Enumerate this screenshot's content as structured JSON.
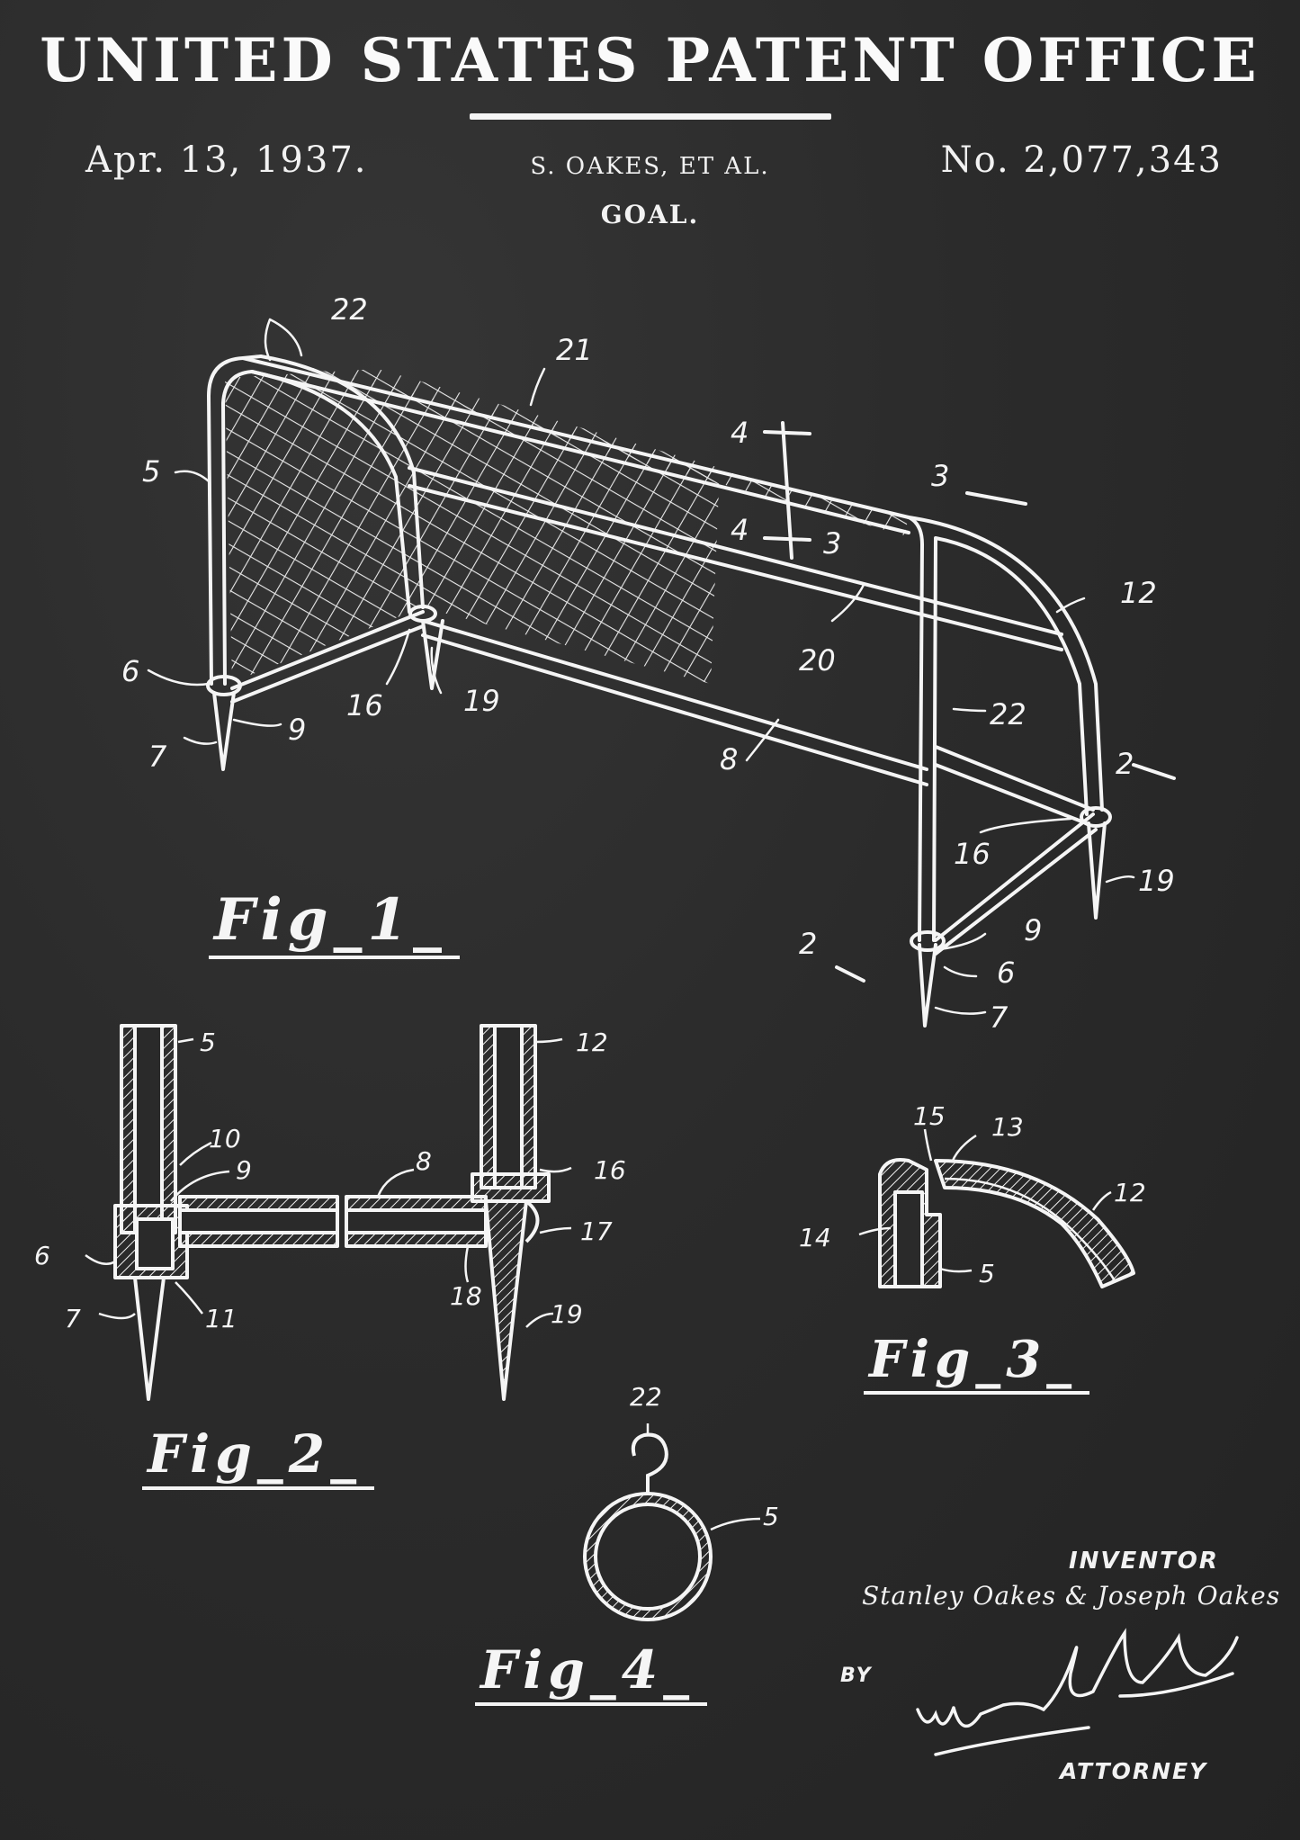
{
  "header": {
    "office": "UNITED STATES PATENT OFFICE",
    "date": "Apr. 13, 1937.",
    "inventors_short": "S. OAKES, ET AL.",
    "patent_number": "No. 2,077,343",
    "subject": "GOAL."
  },
  "figures": {
    "fig1": "Fig_1_",
    "fig2": "Fig_2_",
    "fig3": "Fig_3_",
    "fig4": "Fig_4_"
  },
  "fig1_labels": {
    "l22": "22",
    "l21": "21",
    "l5": "5",
    "l4a": "4",
    "l4b": "4",
    "l3a": "3",
    "l3b": "3",
    "l12": "12",
    "l20": "20",
    "l6": "6",
    "l9": "9",
    "l7": "7",
    "l16": "16",
    "l19": "19",
    "l8": "8",
    "l22b": "22",
    "l2a": "2",
    "l16b": "16",
    "l19b": "19",
    "l9b": "9",
    "l2b": "2",
    "l6b": "6",
    "l7b": "7"
  },
  "fig2_labels": {
    "l5": "5",
    "l12": "12",
    "l10": "10",
    "l9": "9",
    "l8": "8",
    "l16": "16",
    "l6": "6",
    "l17": "17",
    "l7": "7",
    "l11": "11",
    "l18": "18",
    "l19": "19"
  },
  "fig3_labels": {
    "l15": "15",
    "l13": "13",
    "l12": "12",
    "l14": "14",
    "l5": "5"
  },
  "fig4_labels": {
    "l22": "22",
    "l5": "5"
  },
  "footer": {
    "inventor_label": "INVENTOR",
    "inventor_names": "Stanley Oakes & Joseph Oakes",
    "by": "BY",
    "attorney_label": "ATTORNEY"
  },
  "colors": {
    "background": "#2a2a2a",
    "ink": "#f5f5f5"
  }
}
